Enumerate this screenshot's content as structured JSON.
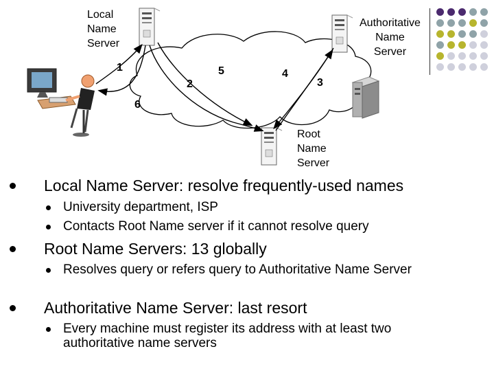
{
  "diagram": {
    "local_server_label": [
      "Local",
      "Name",
      "Server"
    ],
    "auth_server_label": [
      "Authoritative",
      "Name",
      "Server"
    ],
    "root_server_label": [
      "Root",
      "Name",
      "Server"
    ],
    "step_numbers": [
      "1",
      "2",
      "3",
      "4",
      "5",
      "6"
    ]
  },
  "bullets": [
    {
      "text": "Local Name Server:  resolve frequently-used names",
      "subs": [
        "University department, ISP",
        "Contacts Root Name server if it cannot resolve query"
      ]
    },
    {
      "text": "Root Name Servers:  13 globally",
      "subs": [
        "Resolves query or refers query to Authoritative Name Server"
      ]
    },
    {
      "text": "Authoritative Name Server:  last resort",
      "subs": [
        "Every machine must register its address with at least two authoritative name servers"
      ]
    }
  ],
  "decor": {
    "dot_colors": [
      "#4b2a6e",
      "#8fa3a8",
      "#b7b52e",
      "#cfd0dc"
    ]
  }
}
